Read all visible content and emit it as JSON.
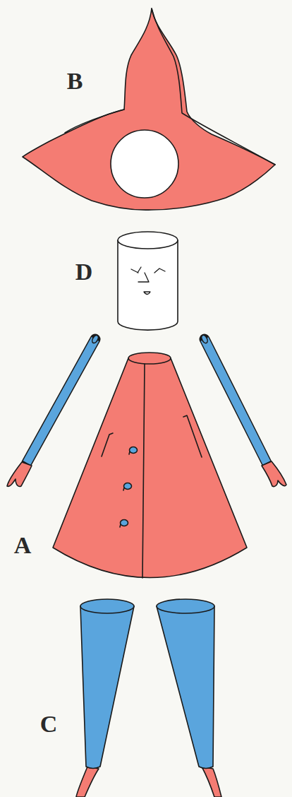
{
  "diagram": {
    "labels": [
      "B",
      "D",
      "A",
      "C"
    ]
  }
}
